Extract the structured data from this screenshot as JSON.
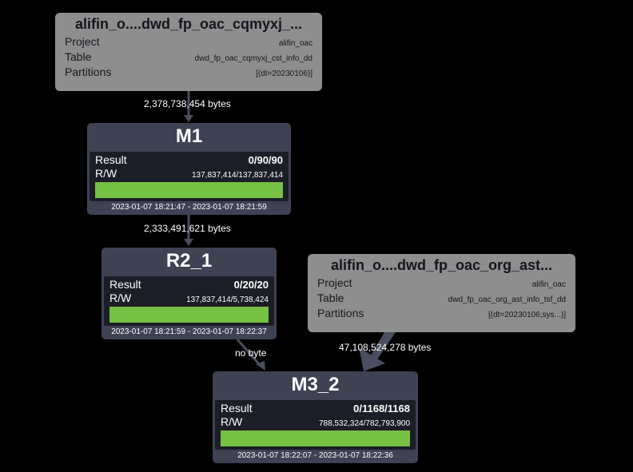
{
  "tables": [
    {
      "title": "alifin_o....dwd_fp_oac_cqmyxj_...",
      "project_label": "Project",
      "project": "alifin_oac",
      "table_label": "Table",
      "table": "dwd_fp_oac_cqmyxj_cst_info_dd",
      "partitions_label": "Partitions",
      "partitions": "[(dt=20230106)]"
    },
    {
      "title": "alifin_o....dwd_fp_oac_org_ast...",
      "project_label": "Project",
      "project": "alifin_oac",
      "table_label": "Table",
      "table": "dwd_fp_oac_org_ast_info_tsf_dd",
      "partitions_label": "Partitions",
      "partitions": "[(dt=20230106,sys...)]"
    }
  ],
  "tasks": [
    {
      "title": "M1",
      "result_label": "Result",
      "result": "0/90/90",
      "rw_label": "R/W",
      "rw": "137,837,414/137,837,414",
      "progress": 1.0,
      "time": "2023-01-07 18:21:47 - 2023-01-07 18:21:59"
    },
    {
      "title": "R2_1",
      "result_label": "Result",
      "result": "0/20/20",
      "rw_label": "R/W",
      "rw": "137,837,414/5,738,424",
      "progress": 1.0,
      "time": "2023-01-07 18:21:59 - 2023-01-07 18:22:37"
    },
    {
      "title": "M3_2",
      "result_label": "Result",
      "result": "0/1168/1168",
      "rw_label": "R/W",
      "rw": "788,532,324/782,793,900",
      "progress": 1.0,
      "time": "2023-01-07 18:22:07 - 2023-01-07 18:22:36"
    }
  ],
  "edges": [
    {
      "label": "2,378,738,454 bytes"
    },
    {
      "label": "2,333,491,621 bytes"
    },
    {
      "label": "no byte"
    },
    {
      "label": "47,108,524,278 bytes"
    }
  ],
  "colors": {
    "background": "#000000",
    "table_node": "#8e8e8e",
    "task_node": "#3e4253",
    "task_inner": "#1b1d27",
    "progress": "#76c043",
    "edge": "#3e4253"
  }
}
